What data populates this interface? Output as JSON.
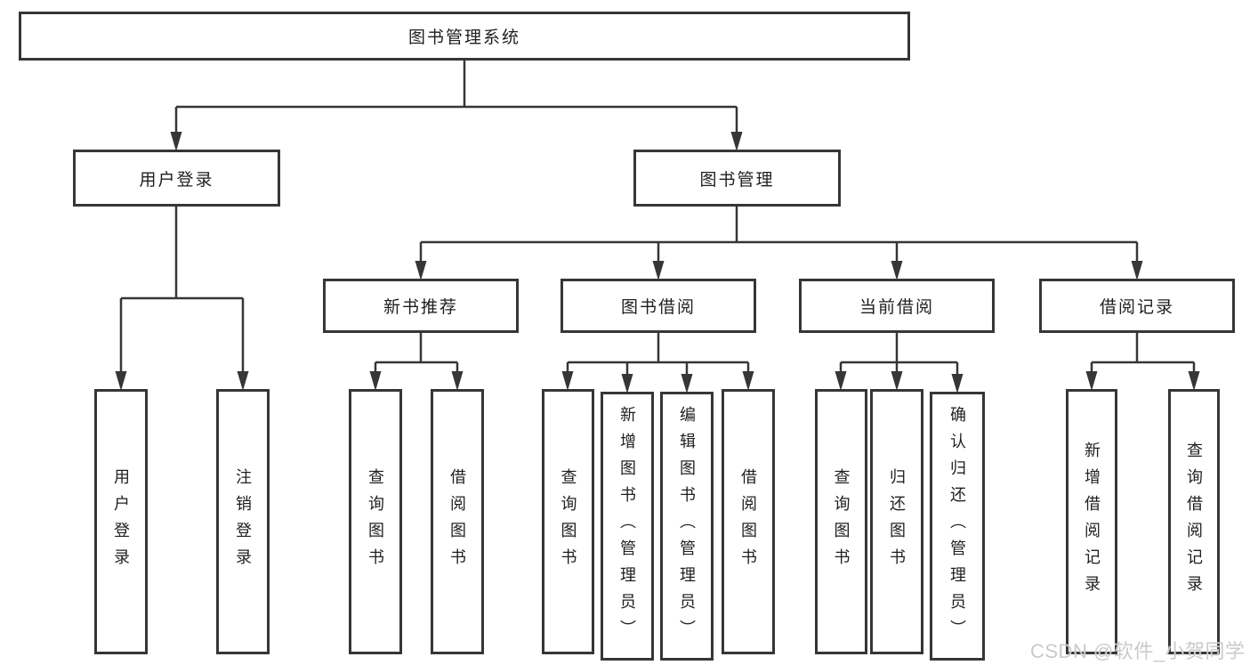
{
  "nodes": {
    "root": "图书管理系统",
    "user_login": "用户登录",
    "book_management": "图书管理",
    "new_book_recommend": "新书推荐",
    "book_borrow": "图书借阅",
    "current_borrow": "当前借阅",
    "borrow_record": "借阅记录",
    "ul_login": "用户登录",
    "ul_logout": "注销登录",
    "nbr_query_book": "查询图书",
    "nbr_borrow_book": "借阅图书",
    "bb_query_book": "查询图书",
    "bb_add_book": "新增图书（管理员）",
    "bb_edit_book": "编辑图书（管理员）",
    "bb_borrow_book": "借阅图书",
    "cb_query_book": "查询图书",
    "cb_return_book": "归还图书",
    "cb_confirm_return": "确认归还（管理员）",
    "br_add_record": "新增借阅记录",
    "br_query_record": "查询借阅记录"
  },
  "watermark": "CSDN @软件_小贺同学",
  "colors": {
    "line": "#363636",
    "text": "#1f1f1f",
    "background": "#ffffff",
    "watermark": "#c6c6c6"
  }
}
